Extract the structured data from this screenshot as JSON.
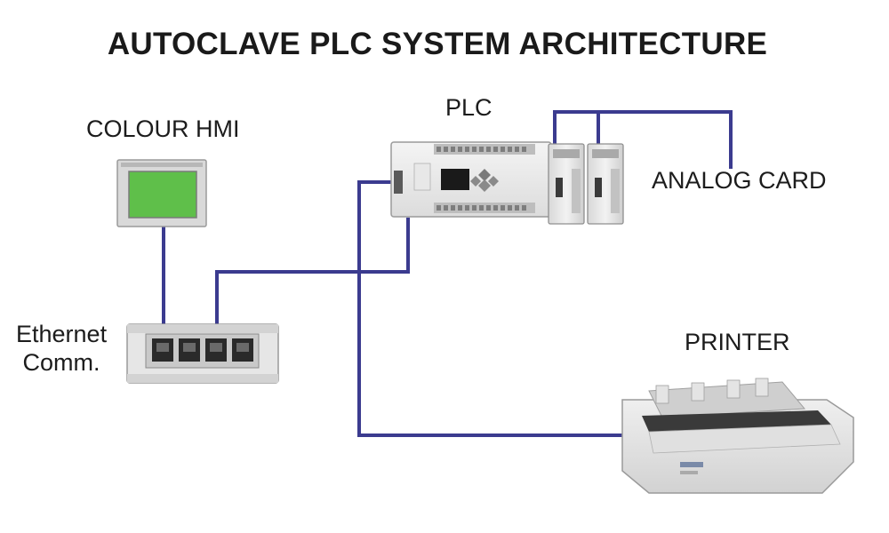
{
  "title": "AUTOCLAVE PLC SYSTEM ARCHITECTURE",
  "nodes": {
    "hmi": {
      "label": "COLOUR HMI",
      "screen_color": "#5fbf4a"
    },
    "plc": {
      "label": "PLC"
    },
    "analog": {
      "label": "ANALOG CARD"
    },
    "printer": {
      "label": "PRINTER"
    },
    "ethernet": {
      "label_line1": "Ethernet",
      "label_line2": "Comm."
    }
  },
  "colors": {
    "connection": "#3b3b8f"
  }
}
